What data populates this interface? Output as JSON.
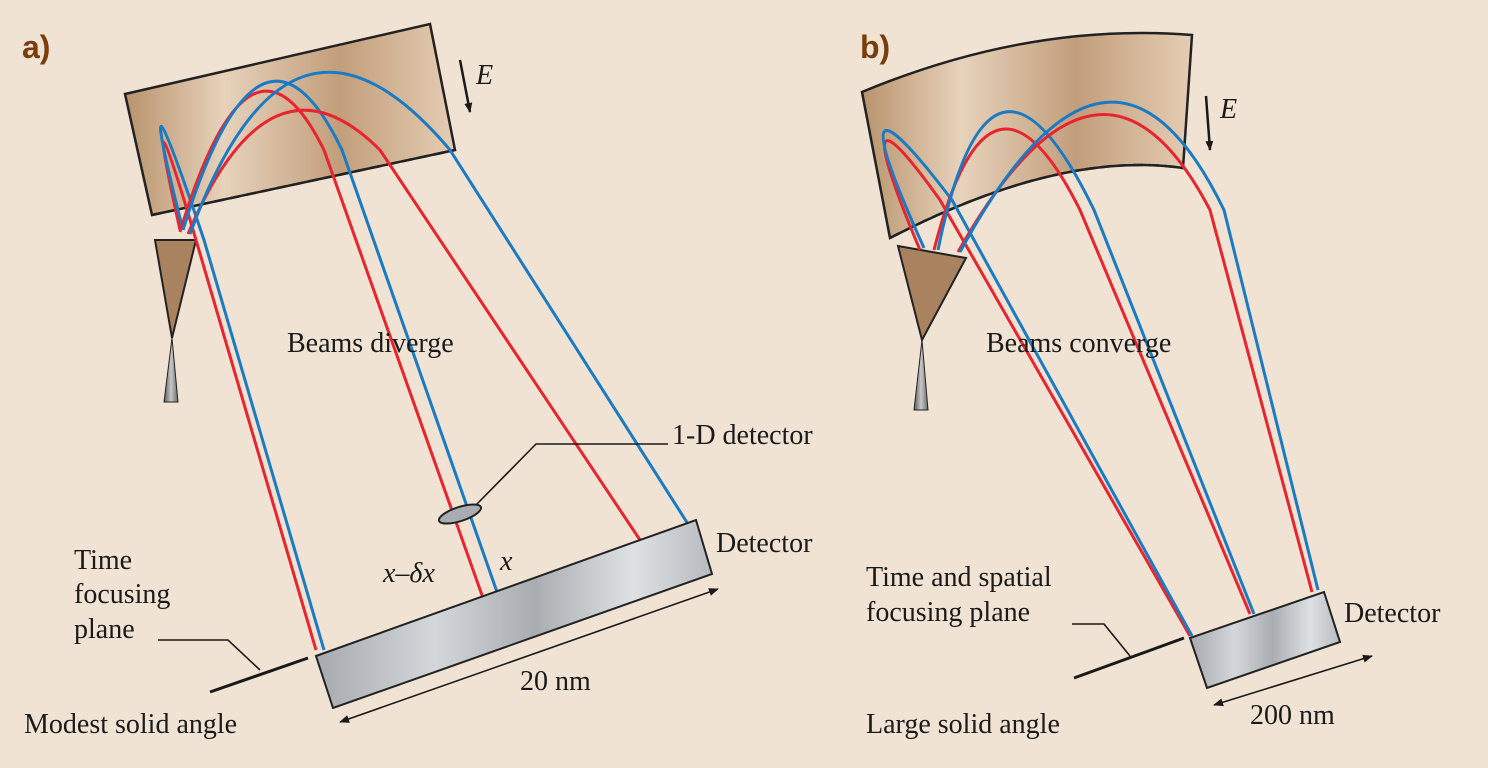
{
  "panels": [
    {
      "label": "a)",
      "field_symbol": "E",
      "beams_text": "Beams diverge",
      "detector1d_label": "1-D detector",
      "detector_label": "Detector",
      "plane_label": [
        "Time",
        "focusing",
        "plane"
      ],
      "x_minus_label": "x–δx",
      "x_label": "x",
      "size_label": "20 nm",
      "solid_angle_label": "Modest solid angle"
    },
    {
      "label": "b)",
      "field_symbol": "E",
      "beams_text": "Beams converge",
      "detector_label": "Detector",
      "plane_label": [
        "Time and spatial",
        "focusing plane"
      ],
      "size_label": "200 nm",
      "solid_angle_label": "Large solid angle"
    }
  ],
  "colors": {
    "background": "#f0e3d4",
    "red_beam": "#e8252f",
    "blue_beam": "#1a7bc4",
    "reflector": "#c4a384",
    "emitter": "#a9835f",
    "detector": "#b8bcc0",
    "label_accent": "#7a3e0c"
  }
}
